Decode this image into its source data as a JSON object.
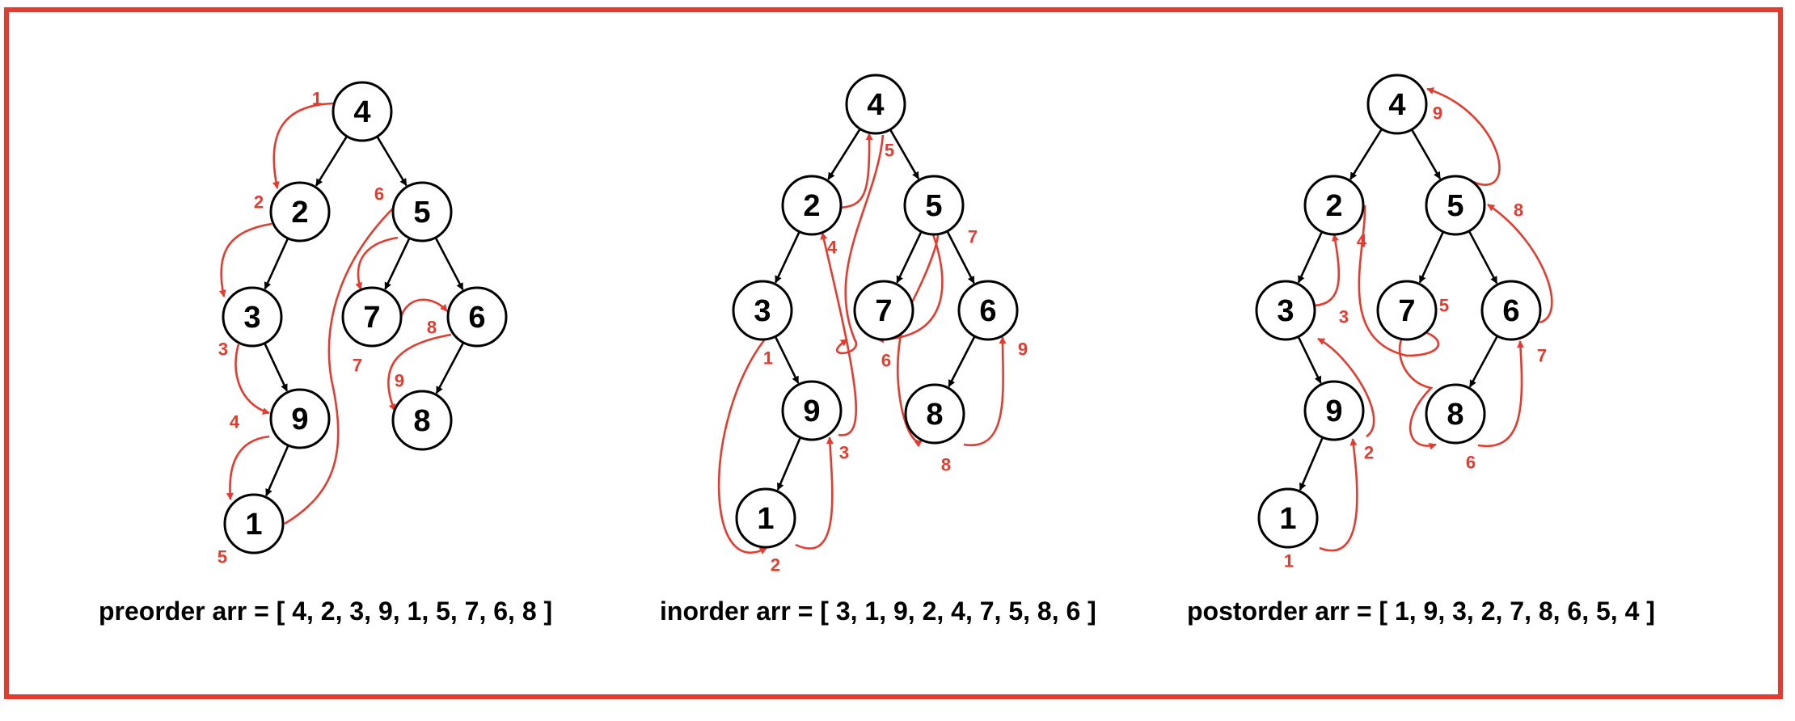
{
  "colors": {
    "frame": "#e63a2e",
    "traversal": "#e63a2e",
    "tree": "#000000"
  },
  "panels": [
    {
      "id": "preorder",
      "caption": "preorder arr = [ 4, 2, 3, 9, 1, 5, 7, 6, 8 ]",
      "nodes": [
        "4",
        "2",
        "5",
        "3",
        "9",
        "1",
        "7",
        "6",
        "8"
      ],
      "steps": [
        "1",
        "2",
        "3",
        "4",
        "5",
        "6",
        "7",
        "8",
        "9"
      ]
    },
    {
      "id": "inorder",
      "caption": "inorder arr = [ 3, 1, 9, 2, 4, 7, 5, 8, 6 ]",
      "nodes": [
        "4",
        "2",
        "5",
        "3",
        "9",
        "1",
        "7",
        "6",
        "8"
      ],
      "steps": [
        "1",
        "2",
        "3",
        "4",
        "5",
        "6",
        "7",
        "8",
        "9"
      ]
    },
    {
      "id": "postorder",
      "caption": "postorder arr = [ 1, 9, 3, 2, 7, 8, 6, 5, 4 ]",
      "nodes": [
        "4",
        "2",
        "5",
        "3",
        "9",
        "1",
        "7",
        "6",
        "8"
      ],
      "steps": [
        "1",
        "2",
        "3",
        "4",
        "5",
        "6",
        "7",
        "8",
        "9"
      ]
    }
  ]
}
